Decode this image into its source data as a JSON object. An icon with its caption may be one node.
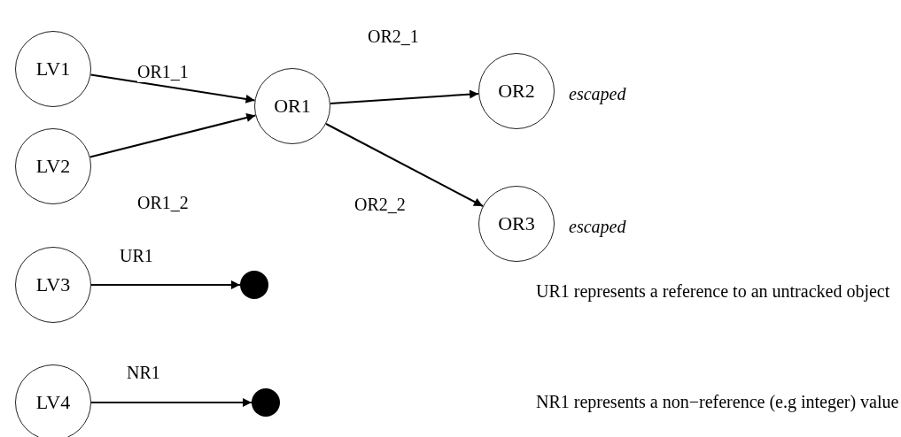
{
  "diagram": {
    "nodes": [
      {
        "text": [
          "LV1"
        ]
      },
      {
        "text": [
          "LV2"
        ]
      },
      {
        "text": [
          "OR1"
        ]
      },
      {
        "text": [
          "OR2"
        ],
        "beside": [
          "escaped"
        ]
      },
      {
        "text": [
          "OR3"
        ],
        "beside": [
          "escaped"
        ]
      },
      {
        "text": [
          "LV3"
        ]
      },
      {
        "text": [],
        "shape": "circle"
      },
      {
        "text": [
          "LV4"
        ]
      },
      {
        "text": [],
        "shape": "circle"
      }
    ],
    "edges": [
      {
        "from": 0,
        "to": 2,
        "arrow": "to",
        "label": "OR1_1"
      },
      {
        "from": 1,
        "to": 2,
        "arrow": "to",
        "label": "OR1_2"
      },
      {
        "from": 2,
        "to": 3,
        "arrow": "to",
        "label": "OR2_1"
      },
      {
        "from": 2,
        "to": 4,
        "arrow": "to",
        "label": "OR2_2"
      },
      {
        "from": 5,
        "to": 6,
        "arrow": "to",
        "label": "UR1"
      },
      {
        "from": 7,
        "to": 8,
        "arrow": "to",
        "label": "NR1"
      }
    ],
    "labels": [
      "UR1 represents a reference to an untracked object",
      "NR1 represents a non−reference (e.g integer) value"
    ]
  }
}
